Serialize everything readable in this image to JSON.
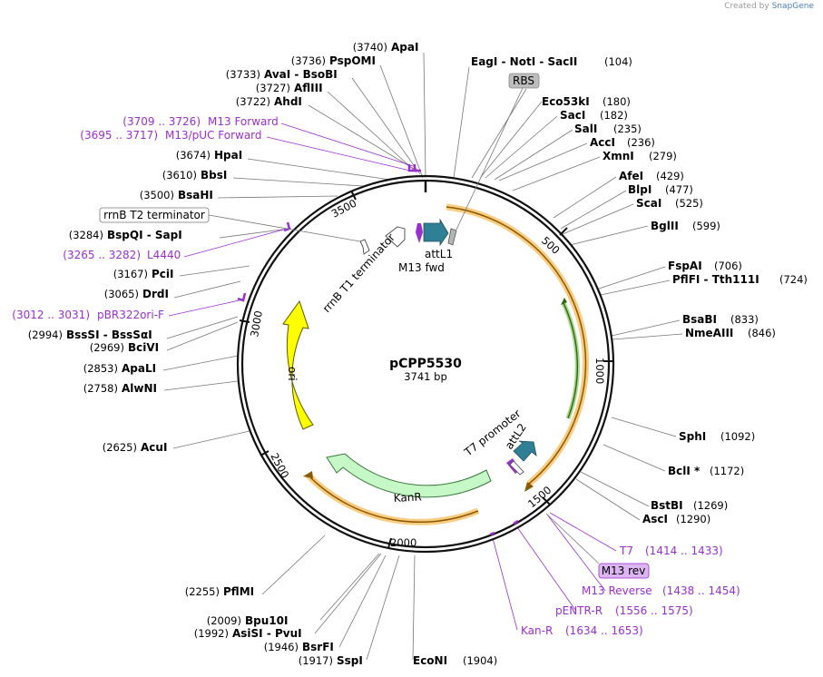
{
  "credit": {
    "prefix": "Created by",
    "brand": "SnapGene"
  },
  "plasmid": {
    "name": "pCPP5530",
    "size": "3741 bp"
  },
  "ticks": [
    "500",
    "1000",
    "1500",
    "2000",
    "2500",
    "3000",
    "3500"
  ],
  "sites": [
    {
      "pos": "(3740)",
      "name": "ApaI"
    },
    {
      "pos": "(3736)",
      "name": "PspOMI"
    },
    {
      "pos": "(3733)",
      "name": "AvaI  - BsoBI"
    },
    {
      "pos": "(3727)",
      "name": "AflIII"
    },
    {
      "pos": "(3722)",
      "name": "AhdI"
    },
    {
      "pos": "(3674)",
      "name": "HpaI"
    },
    {
      "pos": "(3610)",
      "name": "BbsI"
    },
    {
      "pos": "(3500)",
      "name": "BsaHI"
    },
    {
      "pos": "(3284)",
      "name": "BspQI  - SapI"
    },
    {
      "pos": "(3167)",
      "name": "PciI"
    },
    {
      "pos": "(3065)",
      "name": "DrdI"
    },
    {
      "pos": "(2994)",
      "name": "BssSI  - BssSαI"
    },
    {
      "pos": "(2969)",
      "name": "BciVI"
    },
    {
      "pos": "(2853)",
      "name": "ApaLI"
    },
    {
      "pos": "(2758)",
      "name": "AlwNI"
    },
    {
      "pos": "(2625)",
      "name": "AcuI"
    },
    {
      "pos": "(2255)",
      "name": "PflMI"
    },
    {
      "pos": "(2009)",
      "name": "Bpu10I"
    },
    {
      "pos": "(1992)",
      "name": "AsiSI  - PvuI"
    },
    {
      "pos": "(1946)",
      "name": "BsrFI"
    },
    {
      "pos": "(1917)",
      "name": "SspI"
    },
    {
      "pos": "(1904)",
      "name": "EcoNI"
    },
    {
      "pos": "(104)",
      "name": "EagI  - NotI  - SacII"
    },
    {
      "pos": "(180)",
      "name": "Eco53kI"
    },
    {
      "pos": "(182)",
      "name": "SacI"
    },
    {
      "pos": "(235)",
      "name": "SalI"
    },
    {
      "pos": "(236)",
      "name": "AccI"
    },
    {
      "pos": "(279)",
      "name": "XmnI"
    },
    {
      "pos": "(429)",
      "name": "AfeI"
    },
    {
      "pos": "(477)",
      "name": "BlpI"
    },
    {
      "pos": "(525)",
      "name": "ScaI"
    },
    {
      "pos": "(599)",
      "name": "BglII"
    },
    {
      "pos": "(706)",
      "name": "FspAI"
    },
    {
      "pos": "(724)",
      "name": "PflFI  - Tth111I"
    },
    {
      "pos": "(833)",
      "name": "BsaBI"
    },
    {
      "pos": "(846)",
      "name": "NmeAIII"
    },
    {
      "pos": "(1092)",
      "name": "SphI"
    },
    {
      "pos": "(1172)",
      "name": "BclI *"
    },
    {
      "pos": "(1269)",
      "name": "BstBI"
    },
    {
      "pos": "(1290)",
      "name": "AscI"
    }
  ],
  "primers": [
    {
      "name": "M13 Forward",
      "range": "(3709 .. 3726)"
    },
    {
      "name": "M13/pUC Forward",
      "range": "(3695 .. 3717)"
    },
    {
      "name": "L4440",
      "range": "(3265 .. 3282)"
    },
    {
      "name": "pBR322ori-F",
      "range": "(3012 .. 3031)"
    },
    {
      "name": "T7",
      "range": "(1414 .. 1433)"
    },
    {
      "name": "M13 Reverse",
      "range": "(1438 .. 1454)"
    },
    {
      "name": "pENTR-R",
      "range": "(1556 .. 1575)"
    },
    {
      "name": "Kan-R",
      "range": "(1634 .. 1653)"
    }
  ],
  "boxed": {
    "rbs": "RBS",
    "rrnb_t2": "rrnB T2 terminator",
    "m13rev": "M13 rev"
  },
  "features": {
    "ori": "ori",
    "kanr": "KanR",
    "attl1": "attL1",
    "attl2": "attL2",
    "m13fwd": "M13 fwd",
    "t7promoter": "T7 promoter",
    "rrnb_t1": "rrnB T1 terminator"
  },
  "colors": {
    "ori": "#ffff00",
    "kanr": "#c6f7c6",
    "orange_arc": "#f4a21a",
    "green_arc": "#5fb12e",
    "teal_arrow": "#2f7f95",
    "primer": "#9a2fd0",
    "rbs_box": "#bdbdbd",
    "m13rev_box": "#dcb5f2"
  }
}
